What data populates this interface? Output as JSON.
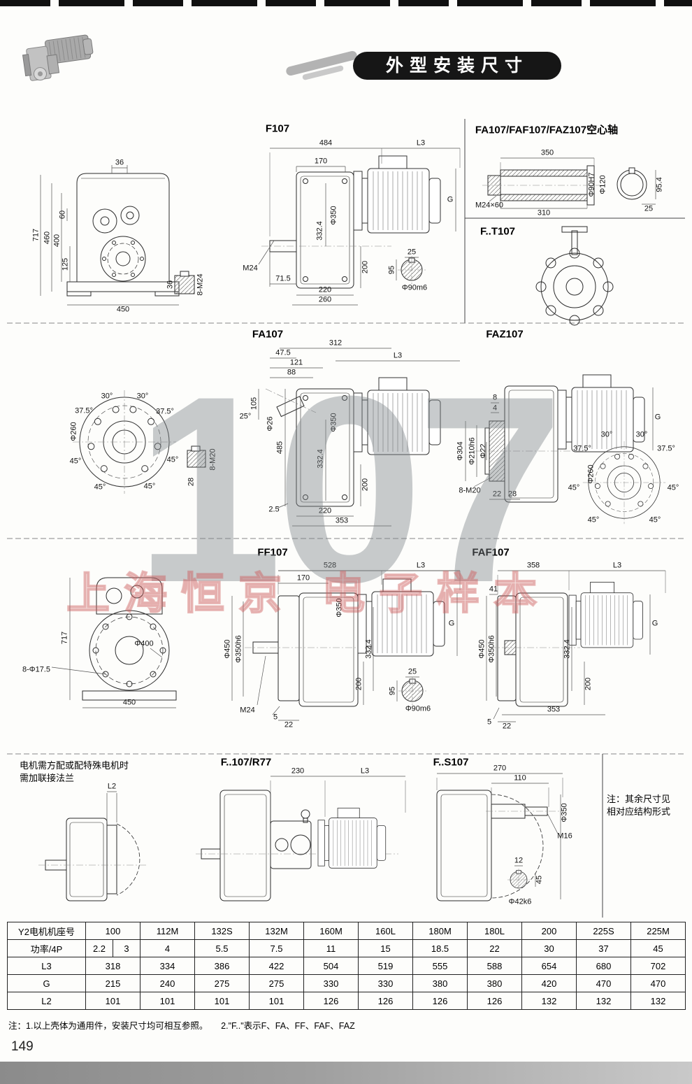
{
  "header": {
    "title": "外型安装尺寸"
  },
  "watermark": {
    "big": "107",
    "stamp": "上海恒京 电子样本"
  },
  "sections": {
    "front_top": {
      "d36": "36",
      "d717": "717",
      "d460": "460",
      "d400": "400",
      "d125": "125",
      "d60": "60",
      "d450": "450",
      "key36": "36",
      "key8m24": "8-M24"
    },
    "f107": {
      "title": "F107",
      "d484": "484",
      "d170": "170",
      "l3": "L3",
      "g": "G",
      "d350": "Φ350",
      "d3324": "332.4",
      "m24": "M24",
      "d715": "71.5",
      "d220": "220",
      "d260": "260",
      "d200": "200",
      "c25": "25",
      "c95": "95",
      "c90": "Φ90m6"
    },
    "hollow": {
      "title": "FA107/FAF107/FAZ107空心轴",
      "d350": "350",
      "d310": "310",
      "m24x60": "M24×60",
      "d90h7": "Φ90H7",
      "d120": "Φ120",
      "d954": "95.4",
      "d25": "25"
    },
    "ft107": {
      "title": "F..T107"
    },
    "flange": {
      "a30l": "30°",
      "a30r": "30°",
      "a375l": "37.5°",
      "a375r": "37.5°",
      "a45a": "45°",
      "a45b": "45°",
      "a45c": "45°",
      "a45d": "45°",
      "d260": "Φ260",
      "k28": "28",
      "k8m20": "8-M20"
    },
    "fa107": {
      "title": "FA107",
      "d312": "312",
      "d475": "47.5",
      "d121": "121",
      "d88": "88",
      "d105": "105",
      "a25": "25°",
      "d26": "Φ26",
      "d350": "Φ350",
      "d485": "485",
      "d3324": "332.4",
      "l3": "L3",
      "d25": "2.5",
      "d220": "220",
      "d353": "353",
      "d200": "200"
    },
    "faz107": {
      "title": "FAZ107",
      "d8": "8",
      "d4": "4",
      "d304": "Φ304",
      "d210": "Φ210h6",
      "d22": "Φ22",
      "m20": "8-M20",
      "b22": "22",
      "b28": "28",
      "g": "G",
      "d260": "Φ260",
      "a30l": "30°",
      "a30r": "30°",
      "a375l": "37.5°",
      "a375r": "37.5°",
      "a45a": "45°",
      "a45b": "45°",
      "a45c": "45°",
      "a45d": "45°"
    },
    "front_mid": {
      "d717": "717",
      "d400": "Φ400",
      "d175": "8-Φ17.5",
      "d450": "450"
    },
    "ff107": {
      "title": "FF107",
      "d528": "528",
      "d170": "170",
      "d350": "Φ350",
      "l3": "L3",
      "g": "G",
      "d3324": "332.4",
      "d450": "Φ450",
      "d350h6": "Φ350h6",
      "m24": "M24",
      "d5": "5",
      "d22": "22",
      "d200": "200",
      "c25": "25",
      "c95": "95",
      "c90": "Φ90m6"
    },
    "faf107": {
      "title": "FAF107",
      "d358": "358",
      "d41": "41",
      "l3": "L3",
      "g": "G",
      "d3324": "332.4",
      "d450": "Φ450",
      "d350h6": "Φ350h6",
      "d353": "353",
      "d5": "5",
      "d22": "22",
      "d200": "200"
    },
    "option": {
      "line1": "电机需方配或配特殊电机时",
      "line2": "需加联接法兰",
      "l2": "L2"
    },
    "fr77": {
      "title": "F..107/R77",
      "d230": "230",
      "l3": "L3"
    },
    "fs107": {
      "title": "F..S107",
      "d270": "270",
      "d110": "110",
      "d350": "Φ350",
      "m16": "M16",
      "d12": "12",
      "d45": "45",
      "d42": "Φ42k6"
    },
    "sidenote": {
      "line1": "注：其余尺寸见",
      "line2": "相对应结构形式"
    }
  },
  "table": {
    "row_headers": [
      "Y2电机机座号",
      "功率/4P",
      "L3",
      "G",
      "L2"
    ],
    "motor_frames": [
      "100",
      "112M",
      "132S",
      "132M",
      "160M",
      "160L",
      "180M",
      "180L",
      "200",
      "225S",
      "225M"
    ],
    "power_4p": [
      "2.2",
      "3",
      "4",
      "5.5",
      "7.5",
      "11",
      "15",
      "18.5",
      "22",
      "30",
      "37",
      "45"
    ],
    "l3_values": [
      "318",
      "334",
      "386",
      "422",
      "504",
      "519",
      "555",
      "588",
      "654",
      "680",
      "702"
    ],
    "g_values": [
      "215",
      "240",
      "275",
      "275",
      "330",
      "330",
      "380",
      "380",
      "420",
      "470",
      "470"
    ],
    "l2_values": [
      "101",
      "101",
      "101",
      "101",
      "126",
      "126",
      "126",
      "126",
      "132",
      "132",
      "132"
    ]
  },
  "footnote": "注：1.以上壳体为通用件，安装尺寸均可相互参照。　　2.\"F..\"表示F、FA、FF、FAF、FAZ",
  "page_number": "149"
}
